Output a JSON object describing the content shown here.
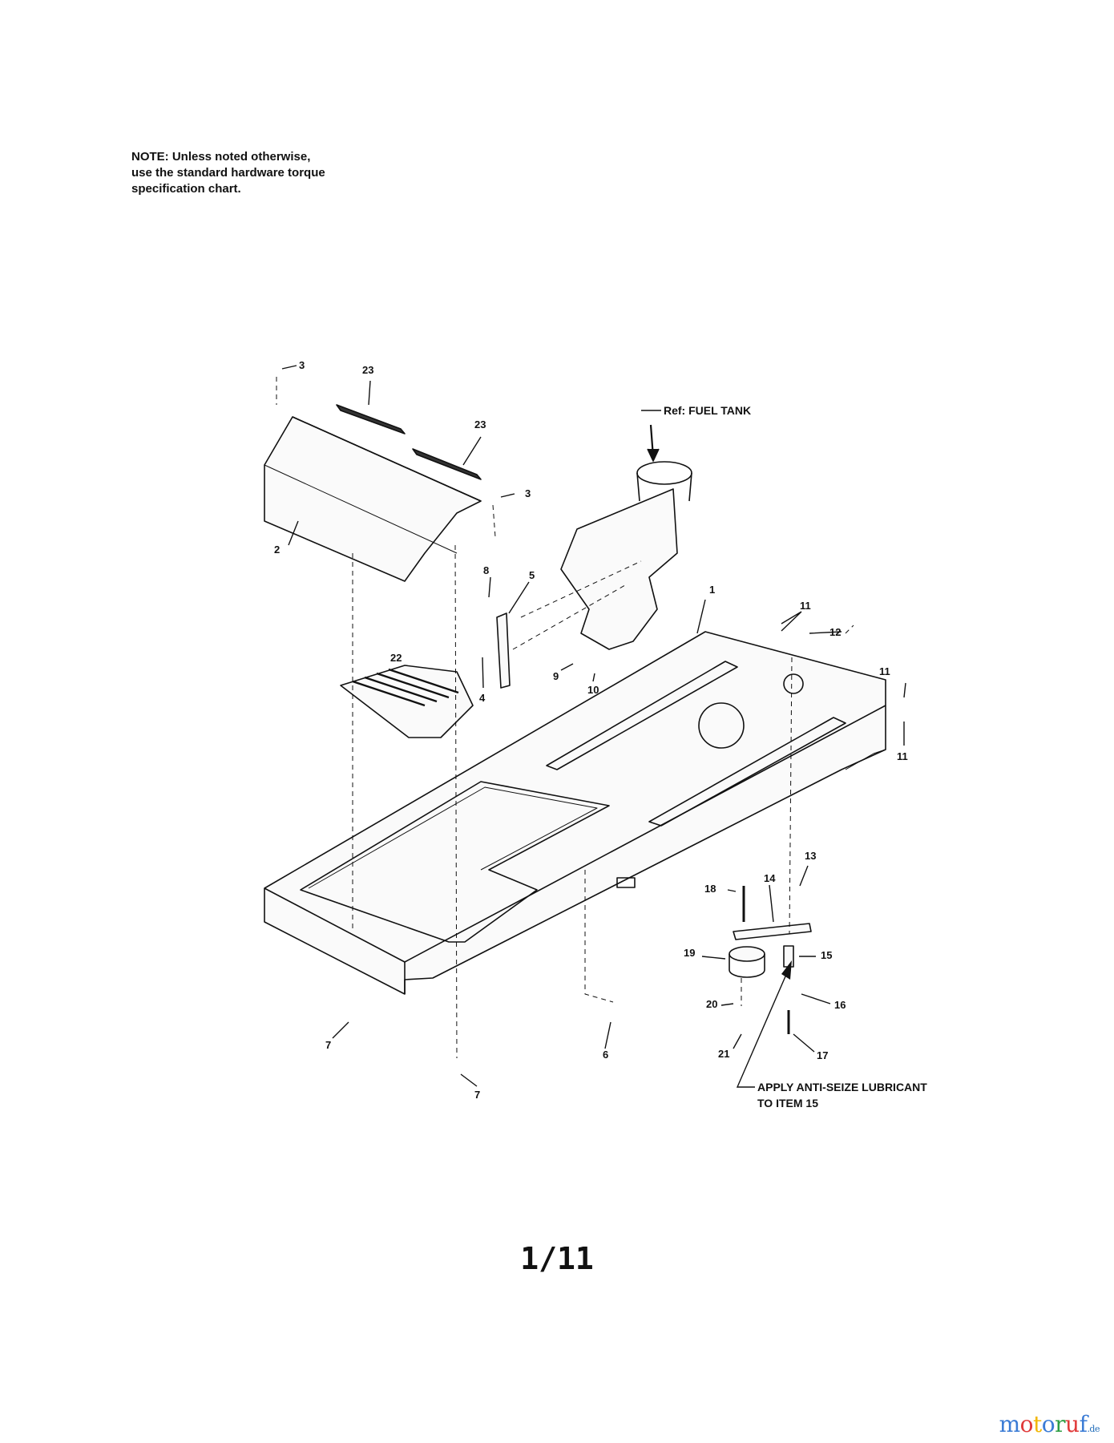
{
  "note": {
    "lines": [
      "NOTE: Unless noted otherwise,",
      "use the standard hardware torque",
      "specification chart."
    ]
  },
  "diagram": {
    "reference_label": "Ref: FUEL TANK",
    "instruction": [
      "APPLY ANTI-SEIZE LUBRICANT",
      "TO ITEM 15"
    ],
    "callouts": [
      "1",
      "2",
      "3",
      "3",
      "4",
      "5",
      "6",
      "7",
      "7",
      "8",
      "9",
      "10",
      "11",
      "11",
      "11",
      "12",
      "13",
      "14",
      "15",
      "16",
      "17",
      "18",
      "19",
      "20",
      "21",
      "22",
      "23",
      "23"
    ]
  },
  "page_number": "1/11",
  "watermark": {
    "letters": [
      "m",
      "o",
      "t",
      "o",
      "r",
      "u",
      "f"
    ],
    "letter_colors": [
      "#3a7bd5",
      "#e03a3a",
      "#f2b705",
      "#3a7bd5",
      "#2e9e44",
      "#e03a3a",
      "#3a7bd5"
    ],
    "suffix": ".de"
  }
}
